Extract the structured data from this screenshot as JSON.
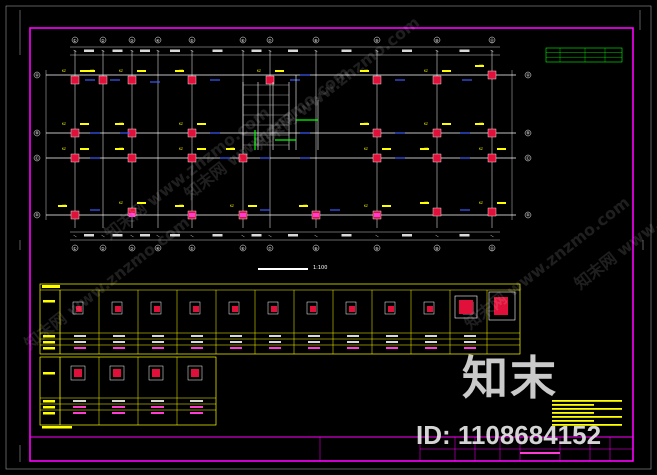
{
  "drawing": {
    "plan_scale_label": "1:100",
    "grid_labels_top": [
      "①",
      "②",
      "③",
      "④",
      "⑤",
      "⑥",
      "⑦",
      "⑧",
      "⑨",
      "⑩",
      "⑪"
    ],
    "grid_labels_side": [
      "Ⓐ",
      "Ⓑ",
      "Ⓒ",
      "Ⓓ"
    ]
  },
  "watermark": {
    "brand": "知末",
    "id_text": "ID: 1108684152",
    "diagonal_text": "知末网 www.znzmo.com"
  },
  "colors": {
    "background": "#000000",
    "frame": "#ff00ff",
    "grid_line": "#ffffff",
    "column_fill": "#e0103a",
    "rebar_note": "#ffff00",
    "dimension": "#00ff00",
    "annotation": "#3a5bff",
    "detail_border": "#ffff00"
  }
}
